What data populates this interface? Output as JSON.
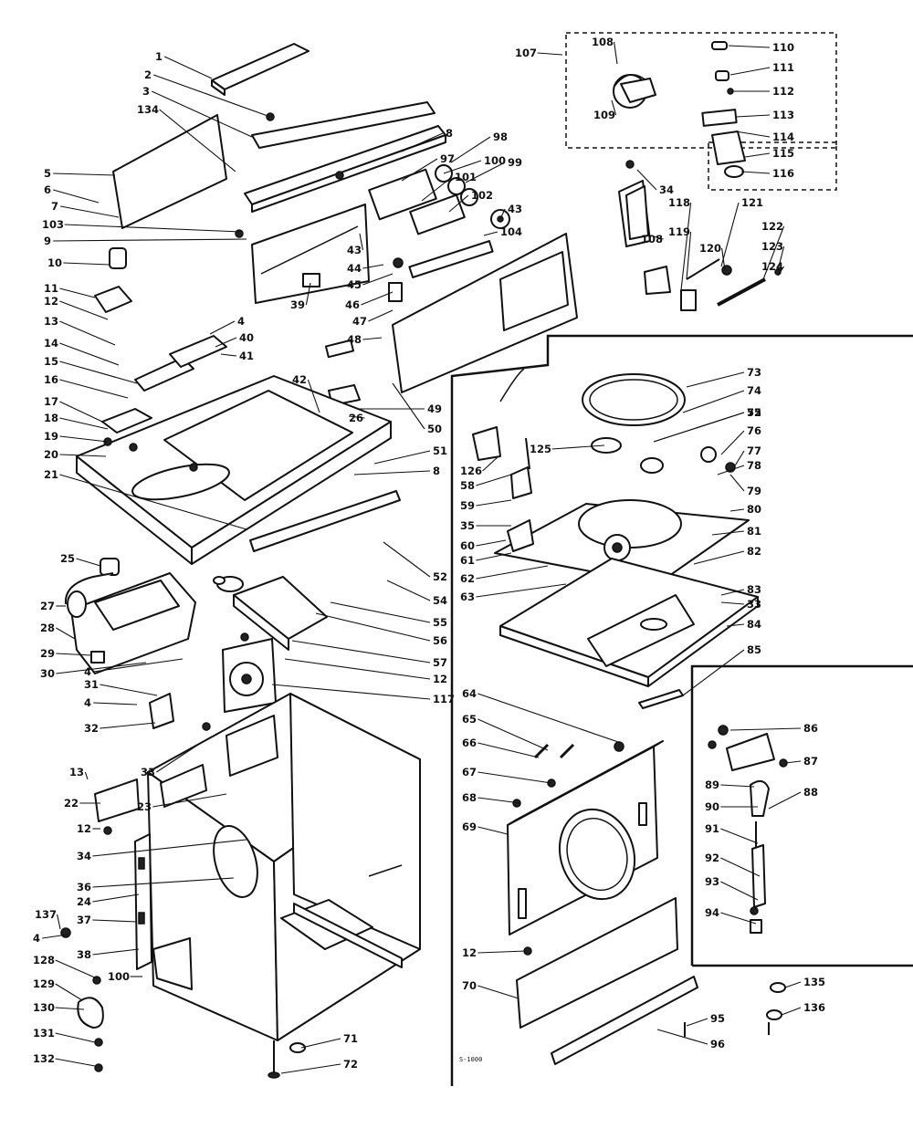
{
  "diagram": {
    "stamp": "S-1000",
    "callouts": [
      {
        "t": "1"
      },
      {
        "t": "2"
      },
      {
        "t": "3"
      },
      {
        "t": "134"
      },
      {
        "t": "5"
      },
      {
        "t": "6"
      },
      {
        "t": "7"
      },
      {
        "t": "103"
      },
      {
        "t": "9"
      },
      {
        "t": "10"
      },
      {
        "t": "11"
      },
      {
        "t": "12"
      },
      {
        "t": "13"
      },
      {
        "t": "14"
      },
      {
        "t": "15"
      },
      {
        "t": "16"
      },
      {
        "t": "17"
      },
      {
        "t": "18"
      },
      {
        "t": "19"
      },
      {
        "t": "20"
      },
      {
        "t": "21"
      },
      {
        "t": "8"
      },
      {
        "t": "98"
      },
      {
        "t": "97"
      },
      {
        "t": "100"
      },
      {
        "t": "99"
      },
      {
        "t": "101"
      },
      {
        "t": "102"
      },
      {
        "t": "43"
      },
      {
        "t": "104"
      },
      {
        "t": "43"
      },
      {
        "t": "44"
      },
      {
        "t": "45"
      },
      {
        "t": "46"
      },
      {
        "t": "47"
      },
      {
        "t": "48"
      },
      {
        "t": "39"
      },
      {
        "t": "4"
      },
      {
        "t": "40"
      },
      {
        "t": "41"
      },
      {
        "t": "42"
      },
      {
        "t": "49"
      },
      {
        "t": "26"
      },
      {
        "t": "50"
      },
      {
        "t": "51"
      },
      {
        "t": "8"
      },
      {
        "t": "52"
      },
      {
        "t": "54"
      },
      {
        "t": "55"
      },
      {
        "t": "56"
      },
      {
        "t": "57"
      },
      {
        "t": "12"
      },
      {
        "t": "117"
      },
      {
        "t": "25"
      },
      {
        "t": "27"
      },
      {
        "t": "28"
      },
      {
        "t": "29"
      },
      {
        "t": "30"
      },
      {
        "t": "107"
      },
      {
        "t": "108"
      },
      {
        "t": "109"
      },
      {
        "t": "110"
      },
      {
        "t": "111"
      },
      {
        "t": "112"
      },
      {
        "t": "113"
      },
      {
        "t": "114"
      },
      {
        "t": "115"
      },
      {
        "t": "116"
      },
      {
        "t": "34"
      },
      {
        "t": "108"
      },
      {
        "t": "118"
      },
      {
        "t": "119"
      },
      {
        "t": "121"
      },
      {
        "t": "120"
      },
      {
        "t": "122"
      },
      {
        "t": "123"
      },
      {
        "t": "124"
      },
      {
        "t": "73"
      },
      {
        "t": "74"
      },
      {
        "t": "75"
      },
      {
        "t": "52"
      },
      {
        "t": "76"
      },
      {
        "t": "77"
      },
      {
        "t": "78"
      },
      {
        "t": "125"
      },
      {
        "t": "126"
      },
      {
        "t": "58"
      },
      {
        "t": "59"
      },
      {
        "t": "35"
      },
      {
        "t": "60"
      },
      {
        "t": "79"
      },
      {
        "t": "80"
      },
      {
        "t": "81"
      },
      {
        "t": "61"
      },
      {
        "t": "62"
      },
      {
        "t": "63"
      },
      {
        "t": "82"
      },
      {
        "t": "83"
      },
      {
        "t": "33"
      },
      {
        "t": "84"
      },
      {
        "t": "85"
      },
      {
        "t": "4"
      },
      {
        "t": "31"
      },
      {
        "t": "4"
      },
      {
        "t": "32"
      },
      {
        "t": "13"
      },
      {
        "t": "33"
      },
      {
        "t": "22"
      },
      {
        "t": "23"
      },
      {
        "t": "12"
      },
      {
        "t": "34"
      },
      {
        "t": "36"
      },
      {
        "t": "24"
      },
      {
        "t": "37"
      },
      {
        "t": "137"
      },
      {
        "t": "4"
      },
      {
        "t": "38"
      },
      {
        "t": "128"
      },
      {
        "t": "100"
      },
      {
        "t": "129"
      },
      {
        "t": "130"
      },
      {
        "t": "131"
      },
      {
        "t": "132"
      },
      {
        "t": "71"
      },
      {
        "t": "72"
      },
      {
        "t": "64"
      },
      {
        "t": "65"
      },
      {
        "t": "66"
      },
      {
        "t": "67"
      },
      {
        "t": "68"
      },
      {
        "t": "69"
      },
      {
        "t": "12"
      },
      {
        "t": "70"
      },
      {
        "t": "95"
      },
      {
        "t": "96"
      },
      {
        "t": "86"
      },
      {
        "t": "87"
      },
      {
        "t": "89"
      },
      {
        "t": "90"
      },
      {
        "t": "88"
      },
      {
        "t": "91"
      },
      {
        "t": "92"
      },
      {
        "t": "93"
      },
      {
        "t": "94"
      },
      {
        "t": "135"
      },
      {
        "t": "136"
      }
    ]
  }
}
